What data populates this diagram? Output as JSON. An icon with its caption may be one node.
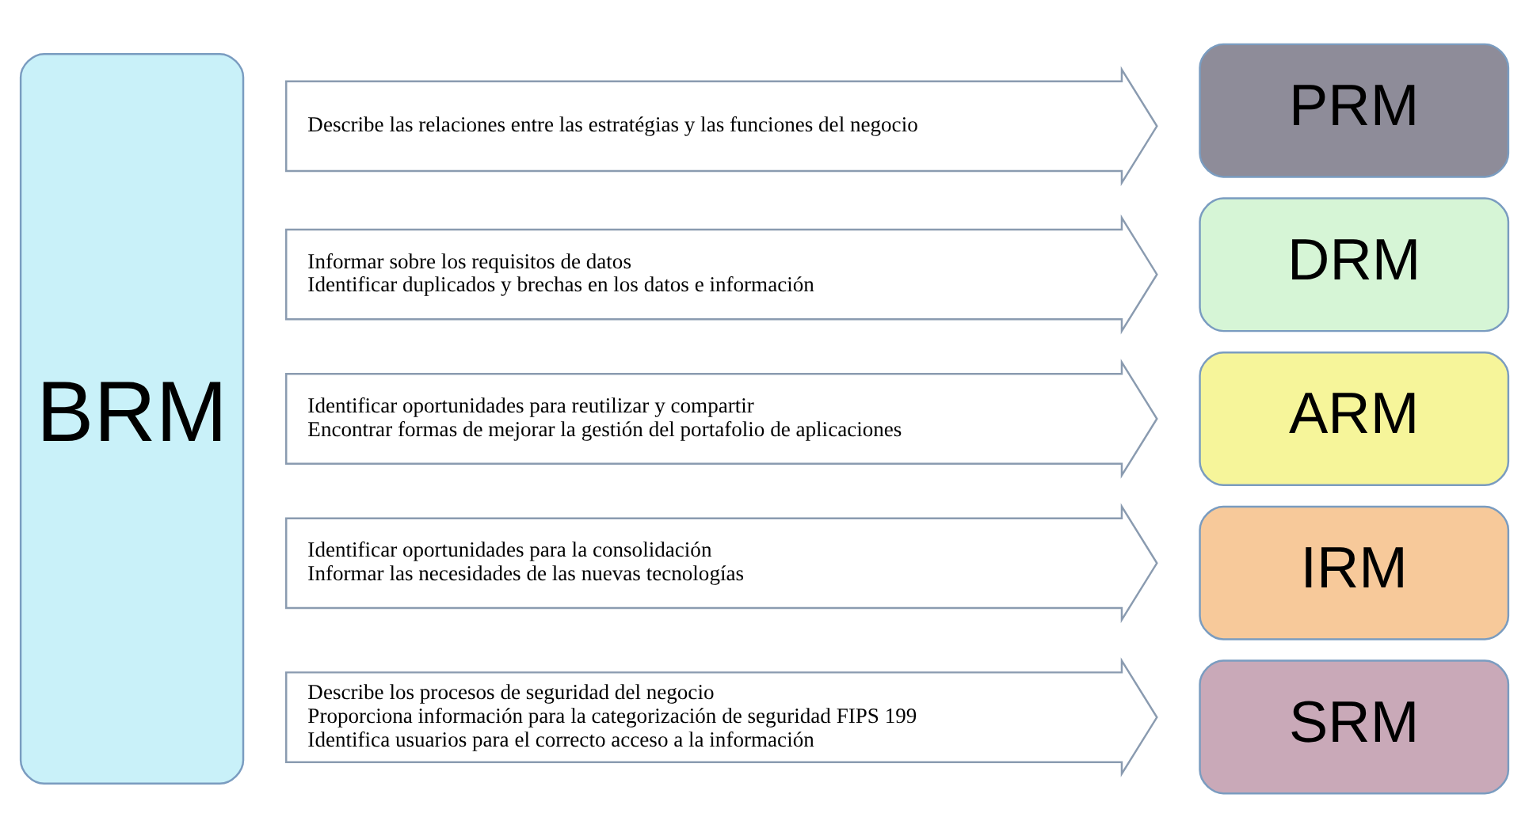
{
  "diagram": {
    "nodes": [
      {
        "text": [
          "BRM"
        ]
      },
      {
        "text": [
          "Describe las relaciones entre las estratégias y las funciones del negocio"
        ]
      },
      {
        "text": [
          "PRM"
        ]
      },
      {
        "text": [
          "Informar sobre los requisitos de datos",
          "Identificar duplicados y brechas en los datos e información"
        ]
      },
      {
        "text": [
          "DRM"
        ]
      },
      {
        "text": [
          "Identificar oportunidades para reutilizar y compartir",
          "Encontrar formas de mejorar la gestión del portafolio de aplicaciones"
        ]
      },
      {
        "text": [
          "ARM"
        ]
      },
      {
        "text": [
          "Identificar oportunidades para la consolidación",
          "Informar las necesidades de las nuevas tecnologías"
        ]
      },
      {
        "text": [
          "IRM"
        ]
      },
      {
        "text": [
          "Describe los procesos de seguridad del negocio",
          "Proporciona información para la categorización de seguridad FIPS 199",
          "Identifica usuarios para el correcto acceso a la información"
        ]
      },
      {
        "text": [
          "SRM"
        ]
      }
    ]
  }
}
